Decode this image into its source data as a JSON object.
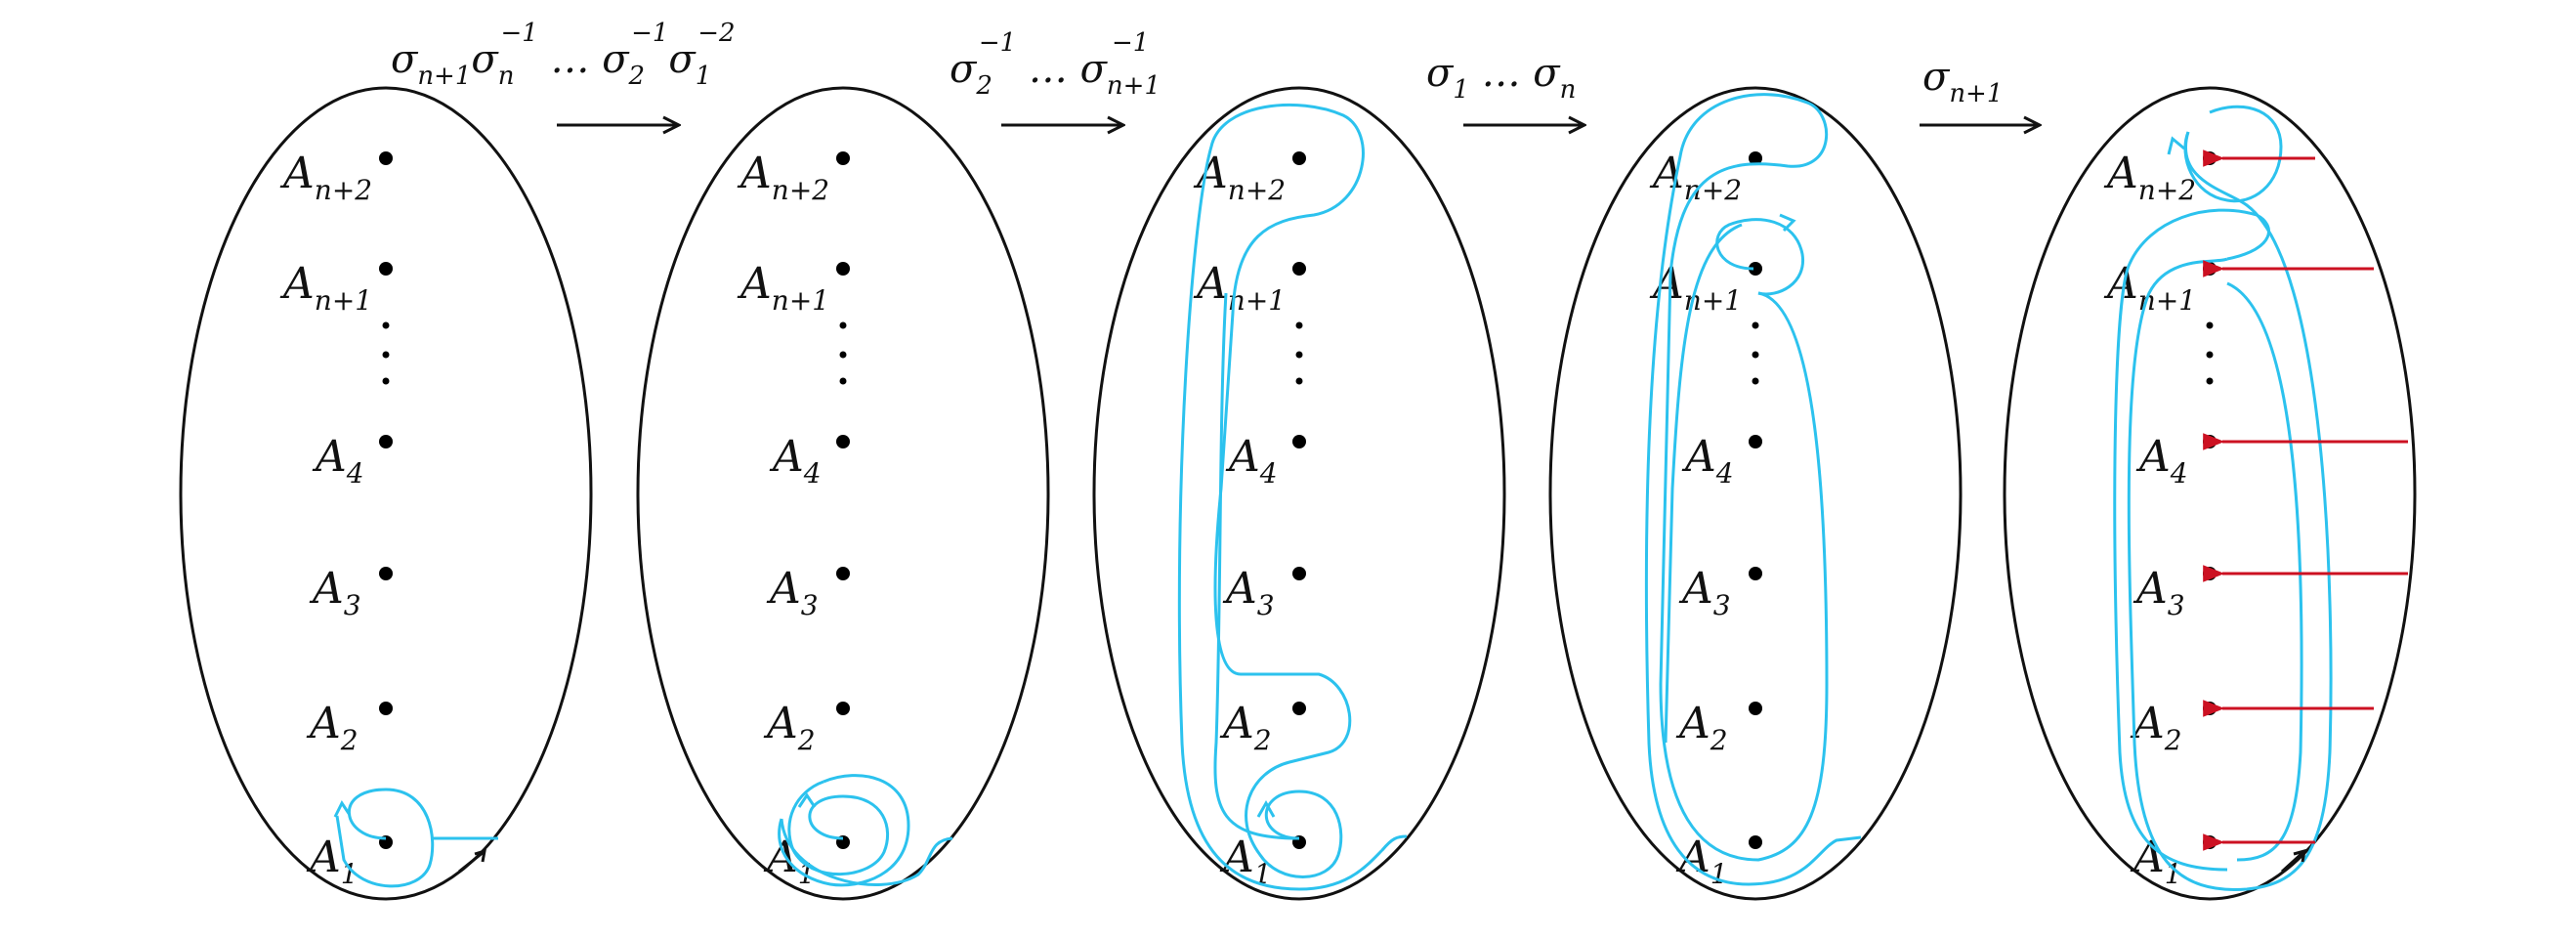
{
  "colors": {
    "outline": "#111111",
    "curve": "#2cc2ee",
    "arrow_red": "#cc1122",
    "point": "#000000"
  },
  "arrows": [
    {
      "op": "σ",
      "sub1": "n+1",
      "op2": "σ",
      "sub2": "n",
      "sup2": "−1",
      "mid": " … σ",
      "sub3": "2",
      "sup3": "−1",
      "op4": "σ",
      "sub4": "1",
      "sup4": "−2"
    },
    {
      "op": "σ",
      "sub1": "2",
      "sup1": "−1",
      "mid": " … σ",
      "sub2": "n+1",
      "sup2": "−1"
    },
    {
      "op": "σ",
      "sub1": "1",
      "mid": " … σ",
      "sub2": "n"
    },
    {
      "op": "σ",
      "sub1": "n+1"
    }
  ],
  "points": [
    {
      "base": "A",
      "sub": "n+2"
    },
    {
      "base": "A",
      "sub": "n+1"
    },
    {
      "base": "A",
      "sub": "4"
    },
    {
      "base": "A",
      "sub": "3"
    },
    {
      "base": "A",
      "sub": "2"
    },
    {
      "base": "A",
      "sub": "1"
    }
  ],
  "dots": "⋮",
  "panel_count": 5
}
